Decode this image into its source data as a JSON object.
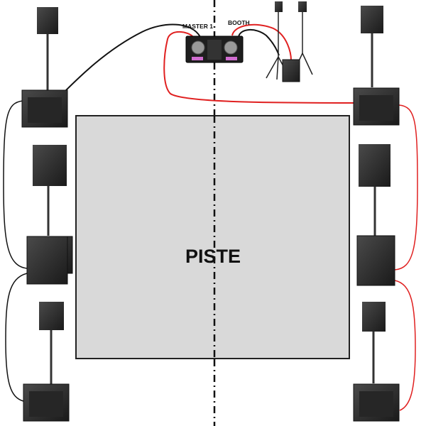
{
  "diagram": {
    "floor_label": "PISTE",
    "master_label": "MASTER 1",
    "booth_label": "BOOTH",
    "colors": {
      "floor": "#d9d9d9",
      "master_cable": "#111111",
      "booth_cable": "#e02020",
      "speaker": "#2a2a2a"
    }
  }
}
